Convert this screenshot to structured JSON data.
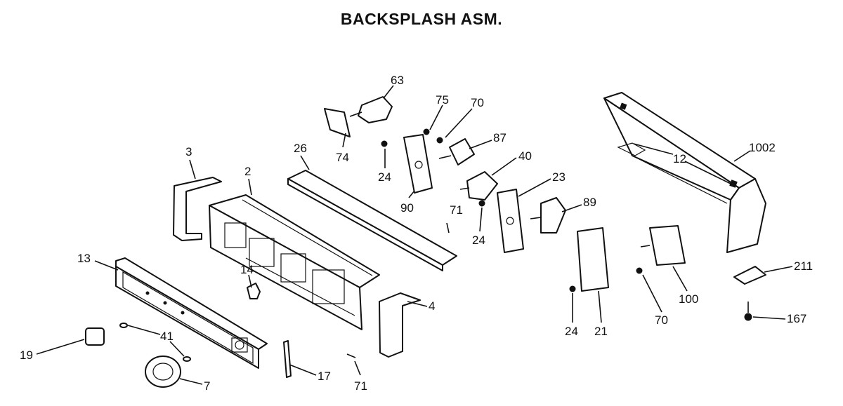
{
  "title": "BACKSPLASH ASM.",
  "callouts": {
    "c63": "63",
    "c75": "75",
    "c70a": "70",
    "c87": "87",
    "c74": "74",
    "c24a": "24",
    "c90": "90",
    "c26": "26",
    "c3": "3",
    "c2": "2",
    "c40": "40",
    "c23": "23",
    "c24b": "24",
    "c71a": "71",
    "c89": "89",
    "c12": "12",
    "c1002": "1002",
    "c13": "13",
    "c14": "14",
    "c4": "4",
    "c41": "41",
    "c19": "19",
    "c7": "7",
    "c17": "17",
    "c71b": "71",
    "c24c": "24",
    "c21": "21",
    "c70b": "70",
    "c100": "100",
    "c211": "211",
    "c167": "167"
  }
}
